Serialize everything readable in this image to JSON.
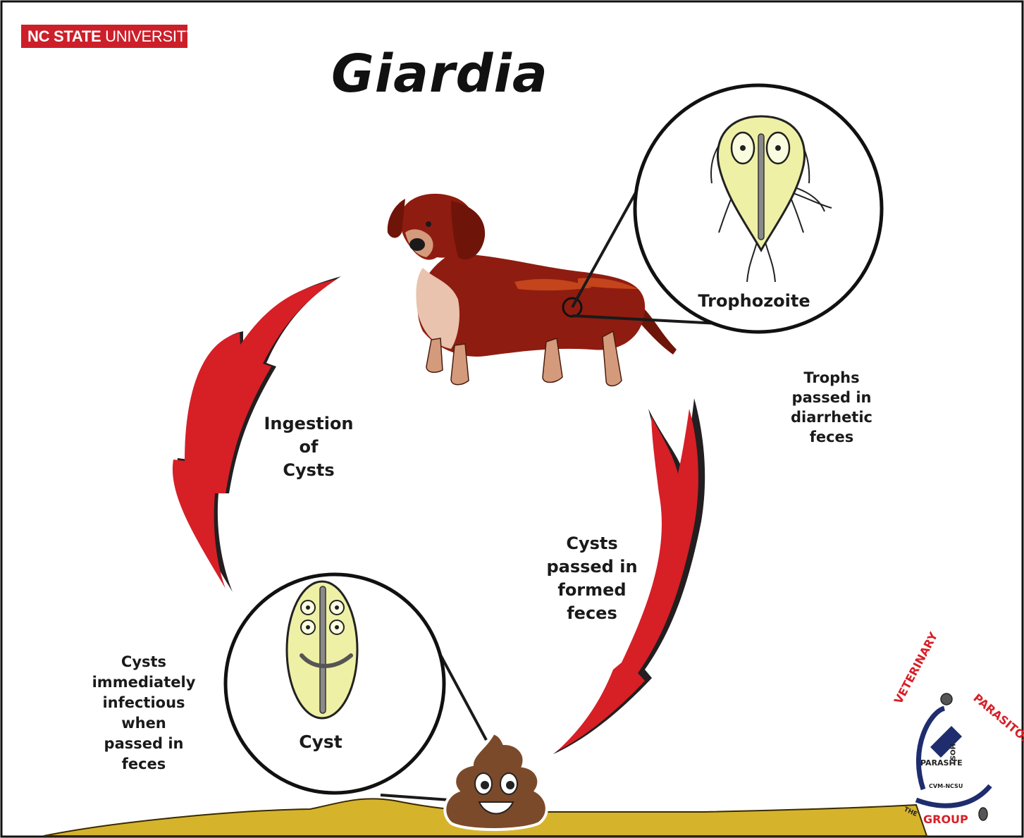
{
  "header": {
    "badge_bold": "NC STATE",
    "badge_light": " UNIVERSITY",
    "title": "Giardia"
  },
  "labels": {
    "ingestion": "Ingestion\nof\nCysts",
    "trophs_passed": "Trophs\npassed in\ndiarrhetic\nfeces",
    "cysts_formed": "Cysts\npassed in\nformed\nfeces",
    "cysts_immediate": "Cysts\nimmediately\ninfectious\nwhen\npassed in\nfeces",
    "trophozoite": "Trophozoite",
    "cyst": "Cyst"
  },
  "logo": {
    "ring_top_left": "VETERINARY",
    "ring_top_right": "PARASITOLOGY",
    "ring_bottom": "GROUP",
    "the": "THE",
    "host_vertical": "HOST",
    "parasite": "PARASITE",
    "cvm": "CVM-NCSU"
  },
  "colors": {
    "arrow_red": "#d71f26",
    "ground": "#d5b42c",
    "badge_red": "#cc1f2a",
    "organism_fill": "#eef0a5",
    "dog_body": "#8f1c10"
  },
  "icons": {
    "host": "dog-icon",
    "feces": "poop-icon"
  }
}
